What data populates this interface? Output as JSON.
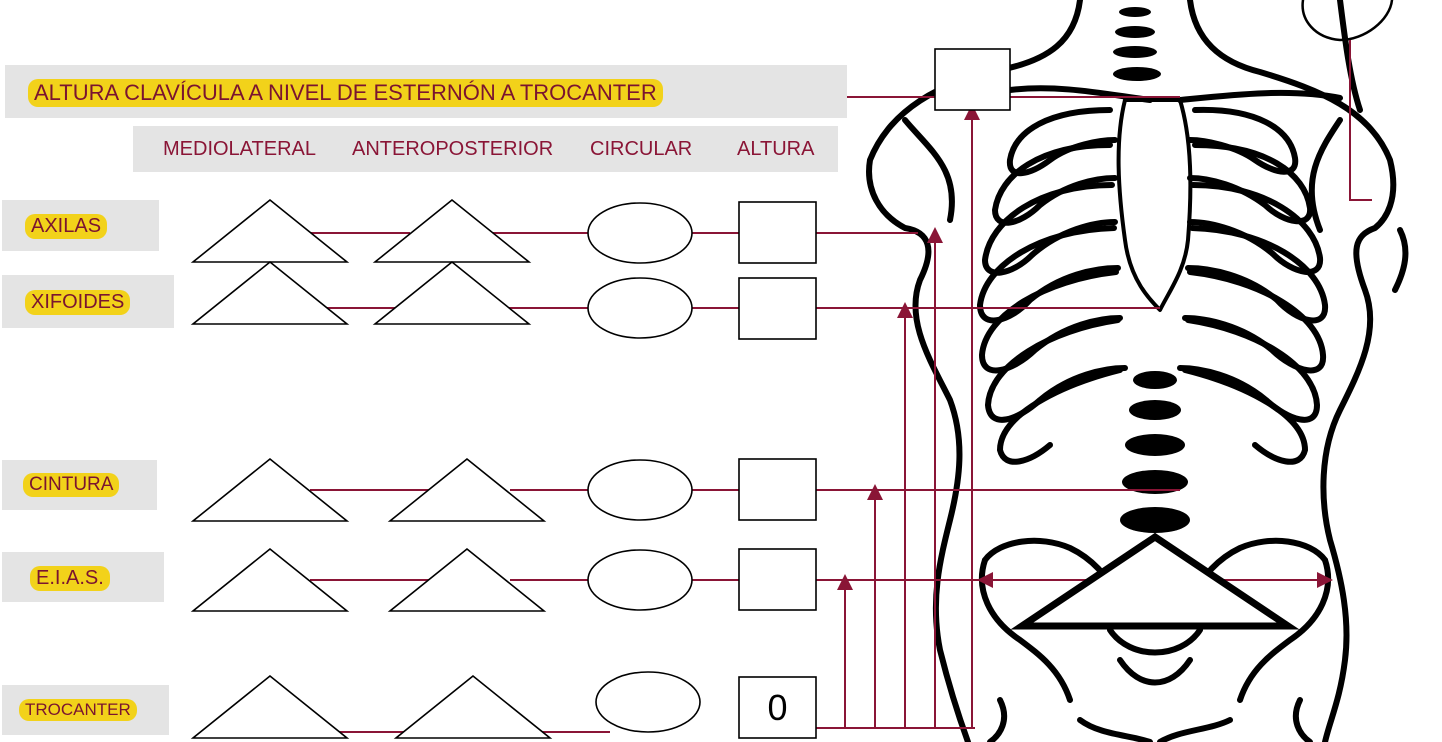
{
  "title": "ALTURA CLAVÍCULA A NIVEL DE ESTERNÓN A TROCANTER",
  "columns": [
    "MEDIOLATERAL",
    "ANTEROPOSTERIOR",
    "CIRCULAR",
    "ALTURA"
  ],
  "rows": [
    {
      "label": "AXILAS"
    },
    {
      "label": "XIFOIDES"
    },
    {
      "label": "CINTURA"
    },
    {
      "label": "E.I.A.S."
    },
    {
      "label": "TROCANTER"
    }
  ],
  "trocanter_altura_value": "0",
  "colors": {
    "accent_line": "#8a1536",
    "label_bg": "#f2d21a",
    "label_text": "#7a1430",
    "band": "#e4e4e4"
  }
}
